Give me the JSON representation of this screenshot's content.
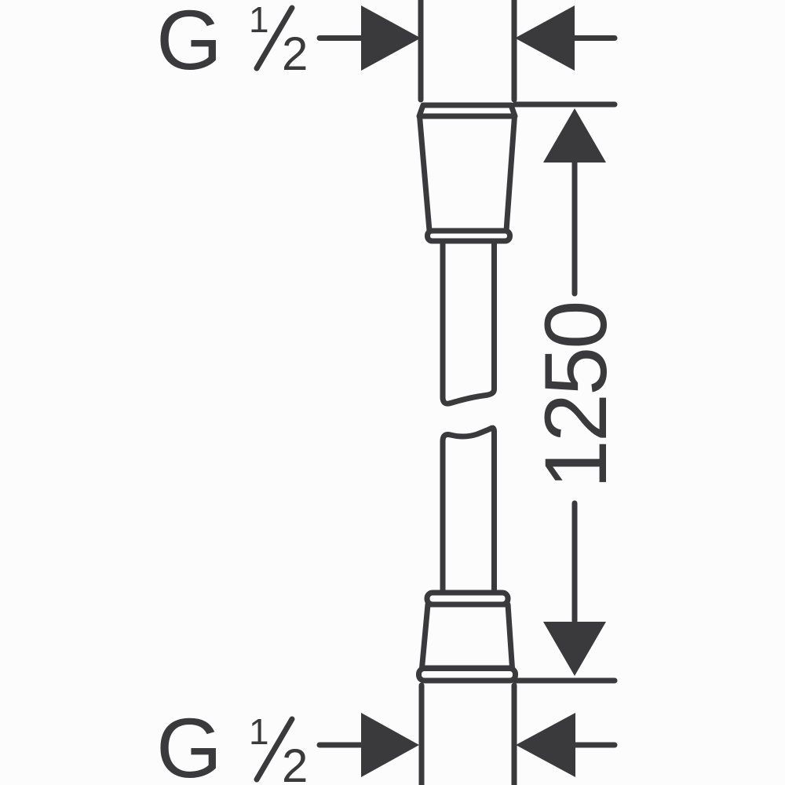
{
  "colors": {
    "line": "#3a3a3c",
    "background": "#fcfcfc"
  },
  "labels": {
    "thread_top": {
      "full": "G 1/2",
      "letter": "G",
      "fraction_numerator": "1",
      "fraction_denominator": "2"
    },
    "thread_bottom": {
      "full": "G 1/2",
      "letter": "G",
      "fraction_numerator": "1",
      "fraction_denominator": "2"
    },
    "length_dimension": {
      "value": "1250"
    }
  }
}
